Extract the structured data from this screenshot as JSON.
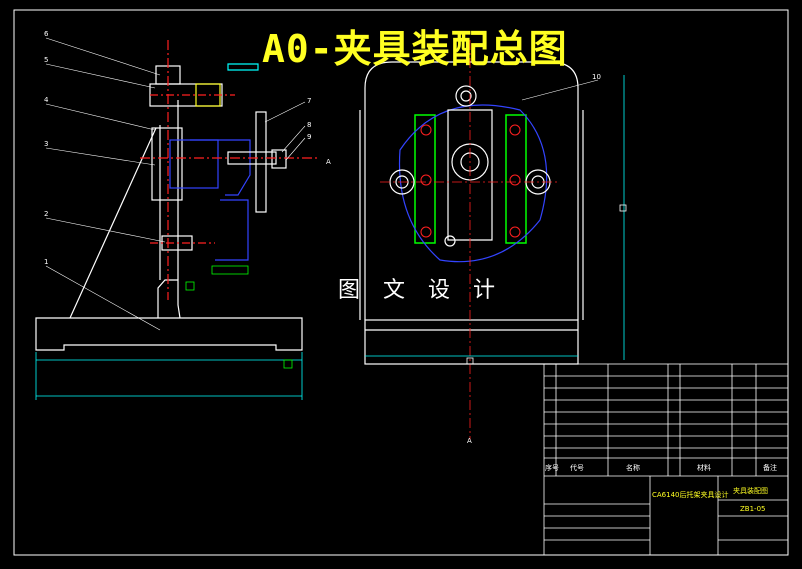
{
  "drawing": {
    "title": "A0-夹具装配总图",
    "watermark": "图 文 设 计"
  },
  "colors": {
    "background": "#000000",
    "outline": "#ffffff",
    "centerline": "#ff2020",
    "dimension": "#00ff00",
    "part_blue": "#3344ff",
    "cyan": "#00ffff",
    "title_yellow": "#ffff22"
  },
  "part_labels": [
    "6",
    "5",
    "4",
    "3",
    "2",
    "1",
    "7",
    "8",
    "9",
    "10"
  ],
  "section_marks": {
    "side_view": "A",
    "front_view": "A"
  },
  "title_block": {
    "column_headers": {
      "seq": "序号",
      "code": "代号",
      "name": "名称",
      "material": "材料",
      "remark": "备注"
    },
    "part_name": "夹具装配图",
    "drawing_no": "ZB1-05",
    "project": "CA6140后托架夹具设计"
  }
}
